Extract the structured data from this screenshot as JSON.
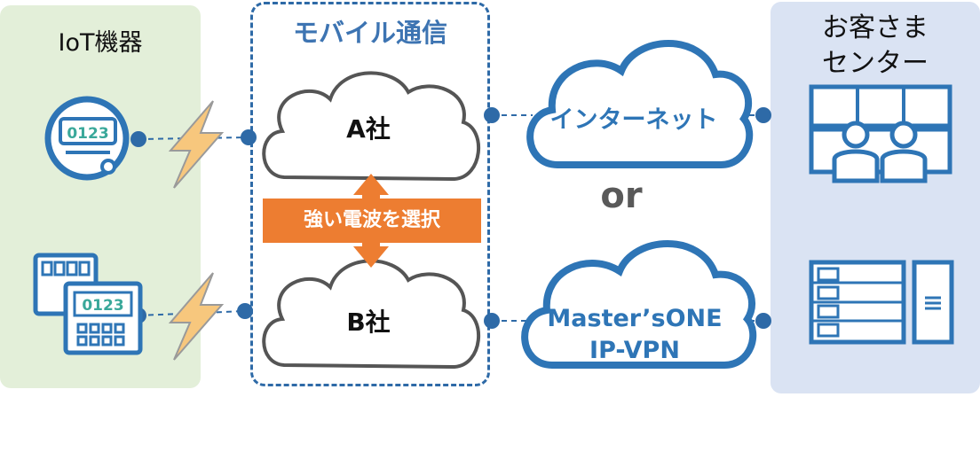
{
  "labels": {
    "iot_devices": "IoT機器",
    "mobile": "モバイル通信",
    "customer_center_line1": "お客さま",
    "customer_center_line2": "センター",
    "carrier_a": "A社",
    "carrier_b": "B社",
    "select_signal": "強い電波を選択",
    "internet": "インターネット",
    "vpn_line1": "Master’sONE",
    "vpn_line2": "IP-VPN",
    "or": "or",
    "meter_value_1": "0123",
    "meter_value_2": "0123"
  },
  "colors": {
    "left_panel": "#e3efd9",
    "right_panel": "#dae3f3",
    "mobile_border": "#2e6aa7",
    "select_band": "#ed7d31",
    "connector_dot": "#2e6aa7",
    "lightning": "#f7c77d"
  }
}
